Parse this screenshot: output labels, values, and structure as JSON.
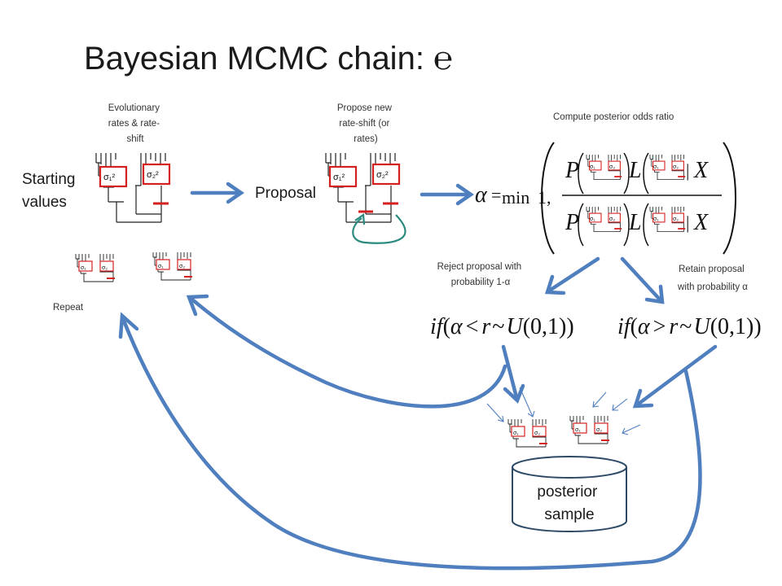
{
  "title": "Bayesian MCMC chain: ℮",
  "colors": {
    "arrow": "#4f7fbf",
    "loop": "#2a8a7e",
    "rate_box": "#d42020",
    "tree": "#222222"
  },
  "labels": {
    "rates_caption": [
      "Evolutionary",
      "rates & rate-",
      "shift"
    ],
    "propose_caption": [
      "Propose new",
      "rate-shift (or",
      "rates)"
    ],
    "odds_caption": "Compute posterior odds ratio",
    "starting": [
      "Starting",
      "values"
    ],
    "proposal": "Proposal",
    "reject": [
      "Reject proposal with",
      "probability 1-α"
    ],
    "retain": [
      "Retain proposal",
      "with probability α"
    ],
    "repeat": "Repeat",
    "posterior": [
      "posterior",
      "sample"
    ]
  },
  "sigma": {
    "s1": "σ₁²",
    "s2": "σ₂²",
    "s1_small": "σ₁",
    "s2_small": "σ₂"
  },
  "formula": {
    "alpha": "α",
    "equals": "=",
    "min": "min",
    "one": "1,",
    "P": "P",
    "L": "L",
    "X": "X",
    "given": "|"
  },
  "conditions": {
    "reject_expr": [
      "if",
      "(",
      "α",
      "<",
      "r",
      "~",
      "U",
      "(0,1))"
    ],
    "retain_expr": [
      "if",
      "(",
      "α",
      ">",
      "r",
      "~",
      "U",
      "(0,1))"
    ]
  }
}
